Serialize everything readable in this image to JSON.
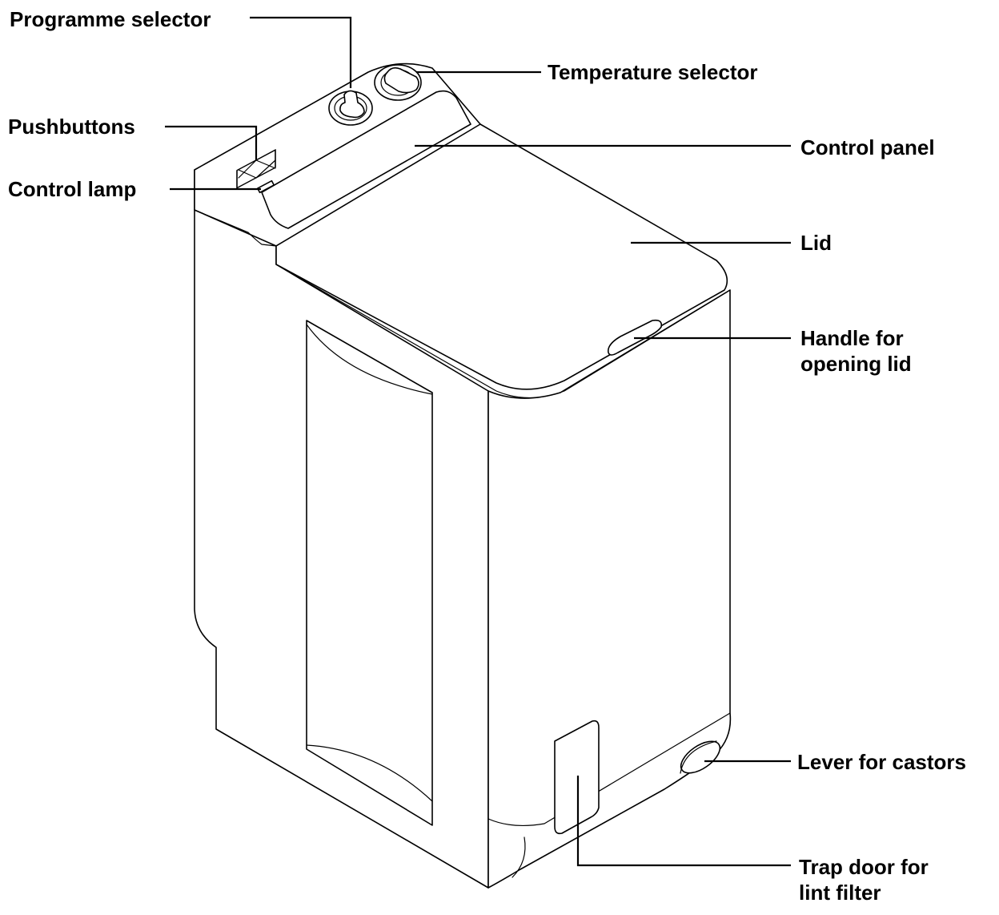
{
  "labels": {
    "programme_selector": "Programme selector",
    "temperature_selector": "Temperature selector",
    "pushbuttons": "Pushbuttons",
    "control_panel": "Control panel",
    "control_lamp": "Control lamp",
    "lid": "Lid",
    "handle_line1": "Handle for",
    "handle_line2": "opening lid",
    "lever_for_castors": "Lever for castors",
    "trap_door_line1": "Trap door for",
    "trap_door_line2": "lint filter"
  }
}
